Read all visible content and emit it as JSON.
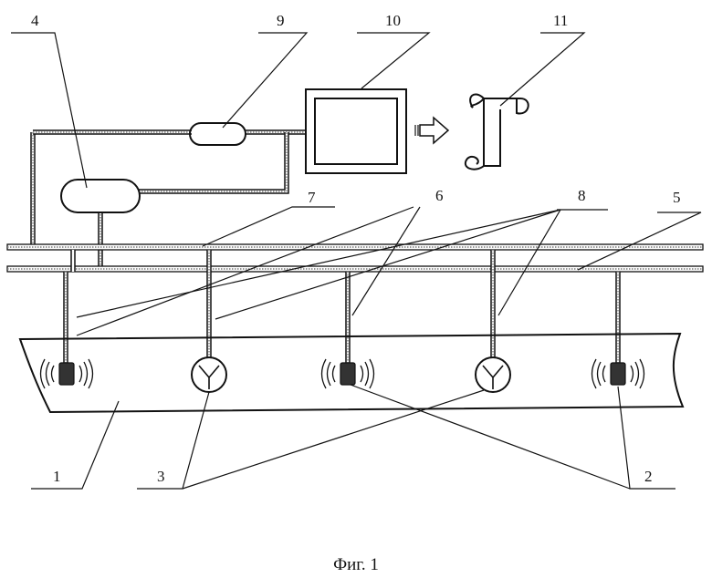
{
  "caption": "Фиг. 1",
  "labels": {
    "l1": "1",
    "l2": "2",
    "l3": "3",
    "l4": "4",
    "l5": "5",
    "l6": "6",
    "l7": "7",
    "l8": "8",
    "l9": "9",
    "l10": "10",
    "l11": "11"
  }
}
